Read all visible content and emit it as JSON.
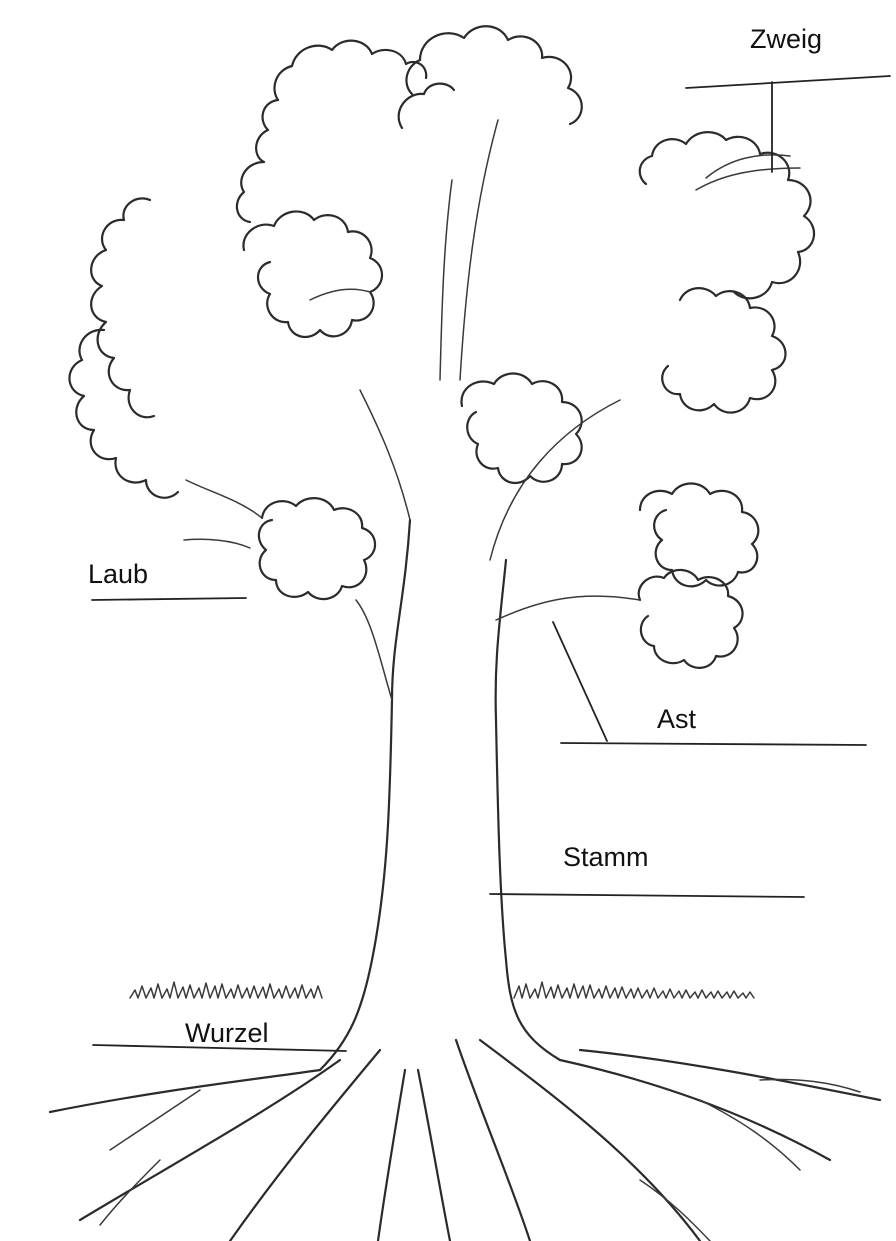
{
  "labels": {
    "branch_small": "Zweig",
    "foliage": "Laub",
    "branch": "Ast",
    "trunk": "Stamm",
    "root": "Wurzel"
  }
}
